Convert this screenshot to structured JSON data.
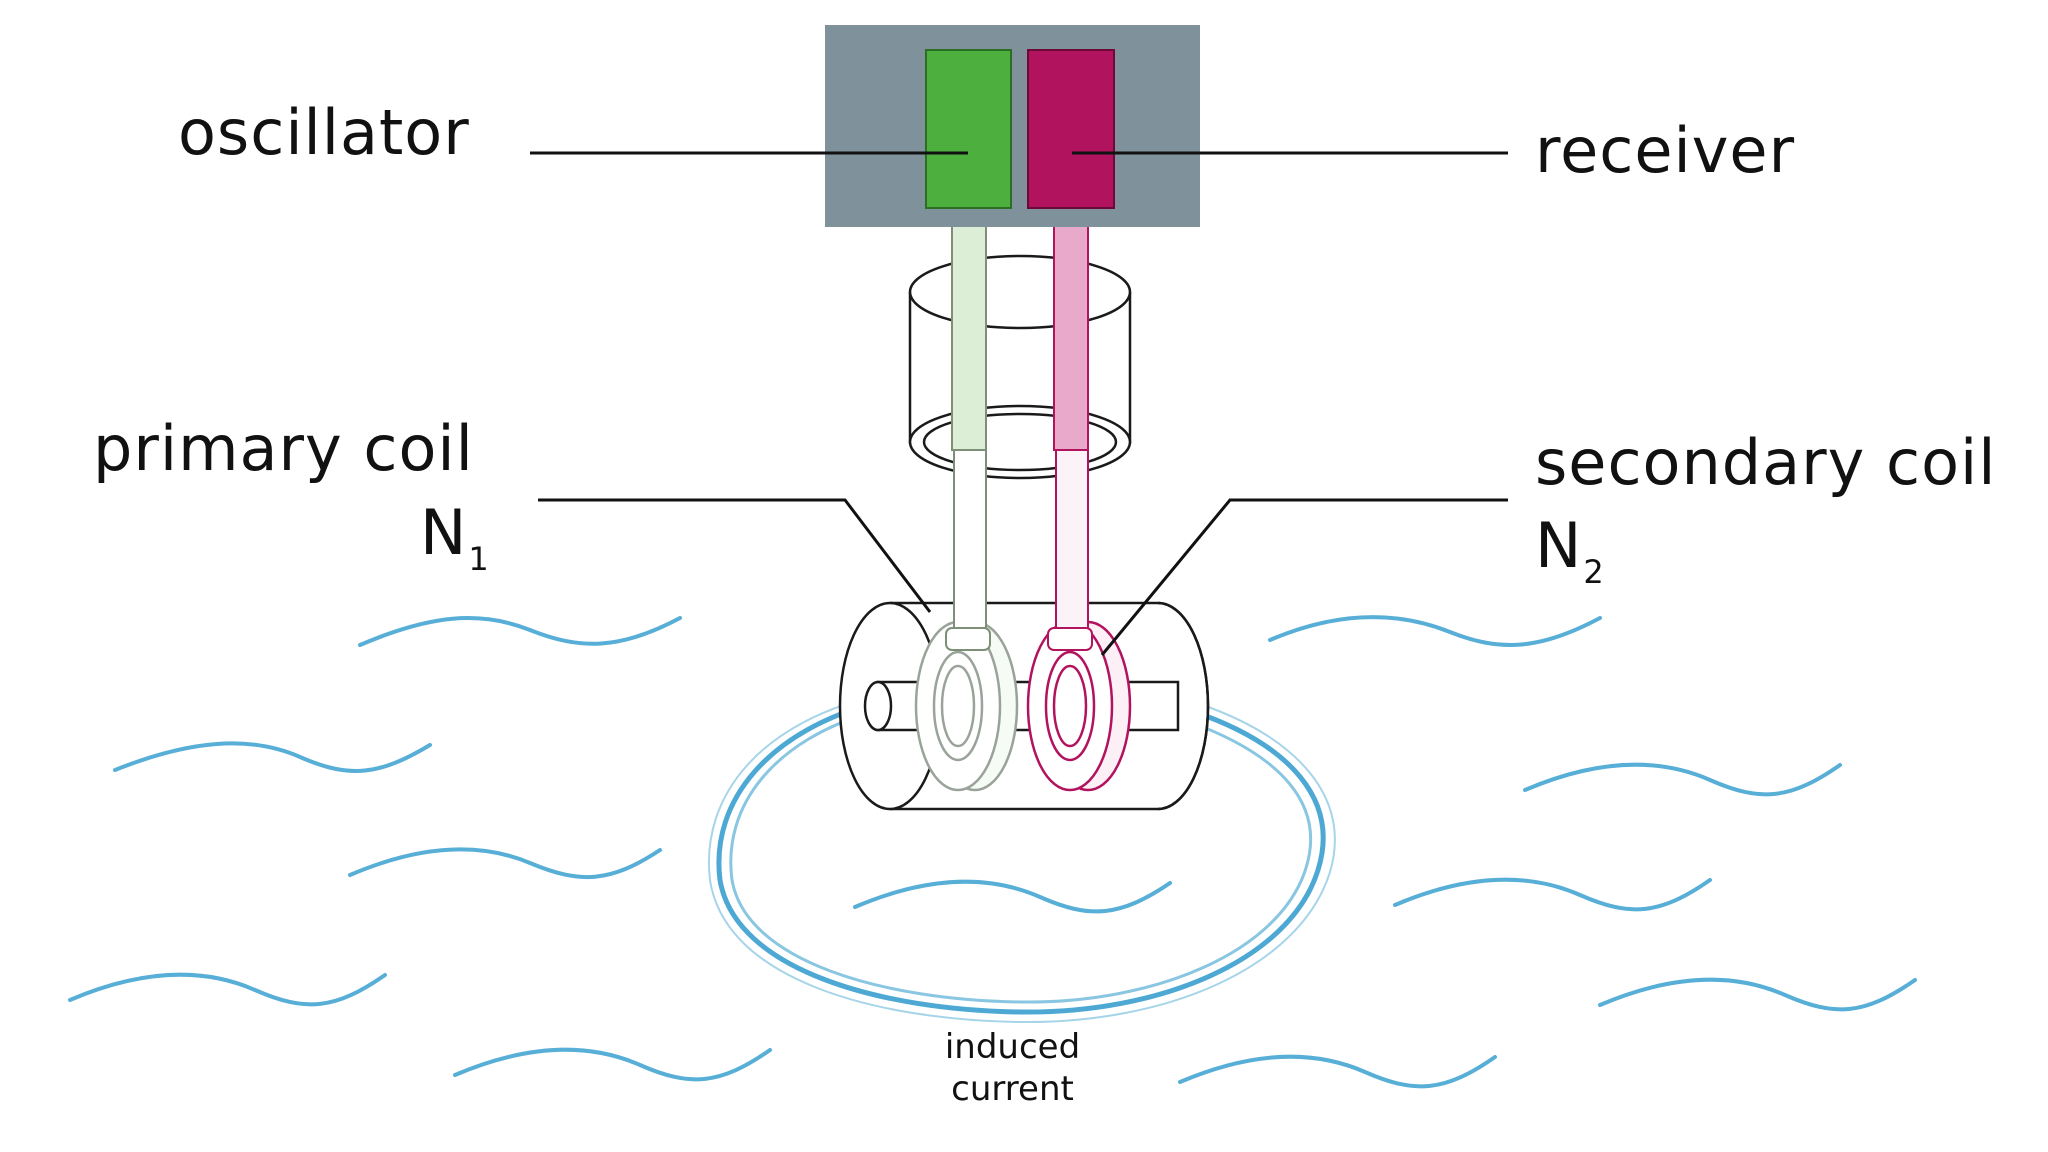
{
  "labels": {
    "oscillator": "oscillator",
    "receiver": "receiver",
    "primary_coil": "primary coil",
    "primary_symbol": "N",
    "primary_subscript": "1",
    "secondary_coil": "secondary coil",
    "secondary_symbol": "N",
    "secondary_subscript": "2",
    "induced_line1": "induced",
    "induced_line2": "current"
  },
  "colors": {
    "housing": "#7f929c",
    "oscillator_block": "#4caf3e",
    "receiver_block": "#b2135e",
    "water_wave": "#3aa0cf",
    "induced_loop": "#3aa0cf",
    "primary_coil_tint": "#dceed6",
    "secondary_coil_tint": "#e9a9cb"
  }
}
